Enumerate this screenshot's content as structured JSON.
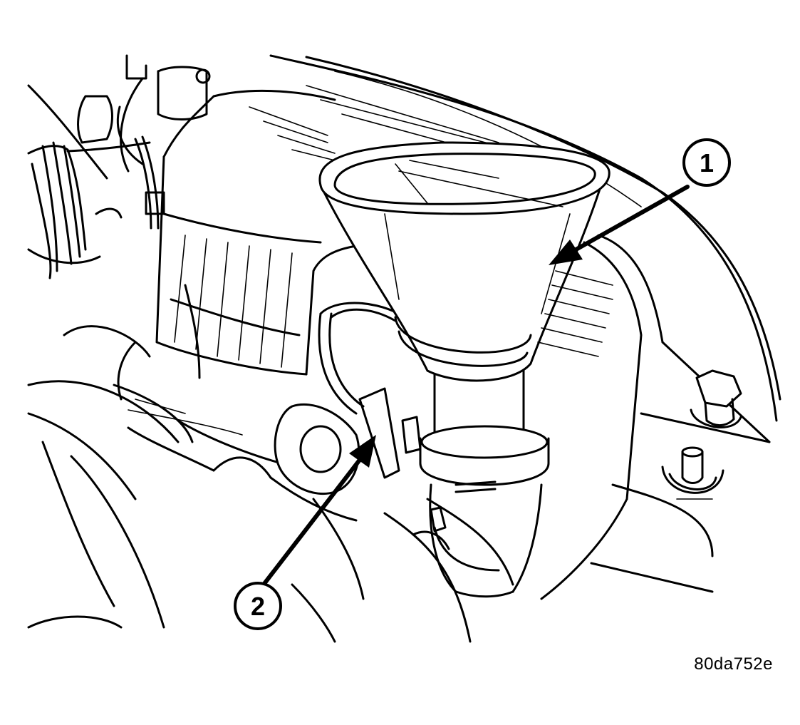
{
  "figure": {
    "id_label": "80da752e"
  },
  "callouts": [
    {
      "number": "1",
      "target": "funnel"
    },
    {
      "number": "2",
      "target": "fill-tube-cap"
    }
  ],
  "colors": {
    "ink": "#000000",
    "paper": "#ffffff"
  }
}
